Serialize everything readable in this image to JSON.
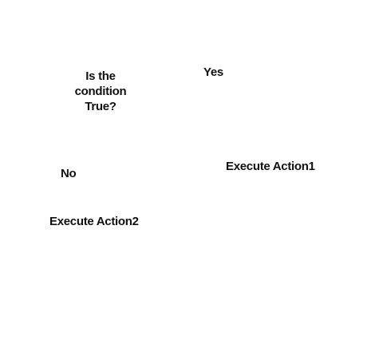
{
  "diagram": {
    "decision": {
      "lines": [
        "Is the",
        "condition",
        "True?"
      ]
    },
    "branch_yes_label": "Yes",
    "branch_no_label": "No",
    "action1_label": "Execute Action1",
    "action2_label": "Execute Action2"
  }
}
